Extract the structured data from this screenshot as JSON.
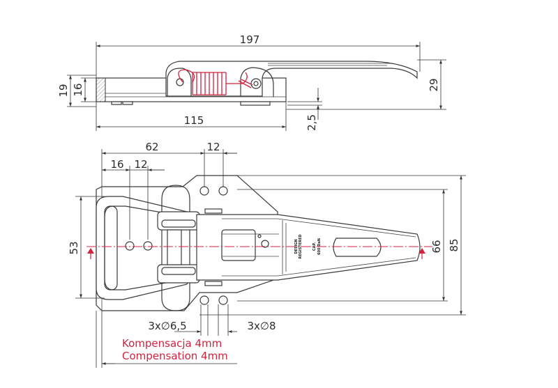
{
  "dimensions": {
    "top_length": "197",
    "height_19": "19",
    "height_16": "16",
    "height_29": "29",
    "base_length": "115",
    "thickness": "2,5",
    "dist_62": "62",
    "dist_12_top": "12",
    "dist_16": "16",
    "dist_12_left": "12",
    "width_53": "53",
    "width_66": "66",
    "width_85": "85",
    "holes_small": "3x∅6,5",
    "holes_large": "3x∅8"
  },
  "marking": {
    "design": "DESIGN",
    "registered": "REGISTERED",
    "cap": "CAP.",
    "capacity": "600 DaN"
  },
  "note": {
    "polish": "Kompensacja 4mm",
    "english": "Compensation 4mm"
  },
  "colors": {
    "line": "#3a3a3a",
    "accent": "#d4213d"
  }
}
